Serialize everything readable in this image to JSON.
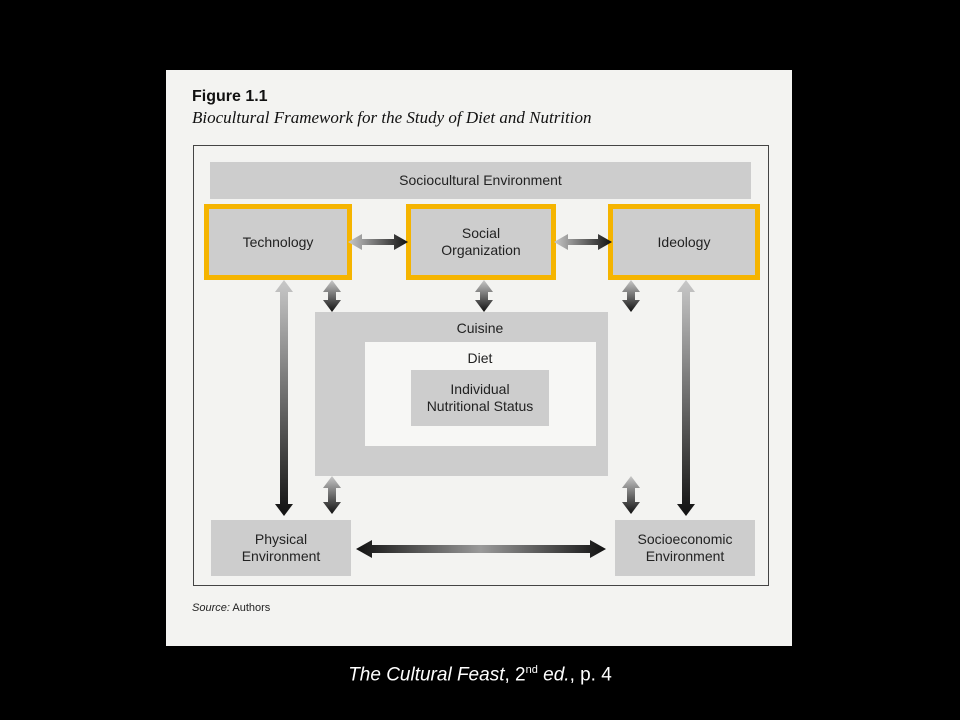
{
  "figure": {
    "number": "Figure 1.1",
    "title": "Biocultural Framework for the Study of Diet and Nutrition",
    "source_label": "Source:",
    "source_value": " Authors"
  },
  "nodes": {
    "sociocultural": "Sociocultural Environment",
    "technology": "Technology",
    "social_line1": "Social",
    "social_line2": "Organization",
    "ideology": "Ideology",
    "cuisine": "Cuisine",
    "diet": "Diet",
    "individual_line1": "Individual",
    "individual_line2": "Nutritional Status",
    "physical_line1": "Physical",
    "physical_line2": "Environment",
    "socioeconomic_line1": "Socioeconomic",
    "socioeconomic_line2": "Environment"
  },
  "highlight_color": "#f5b400",
  "caption": {
    "title": "The Cultural Feast",
    "sep": ", 2",
    "sup": "nd",
    "ed": " ed.",
    "page": ", p. 4"
  }
}
